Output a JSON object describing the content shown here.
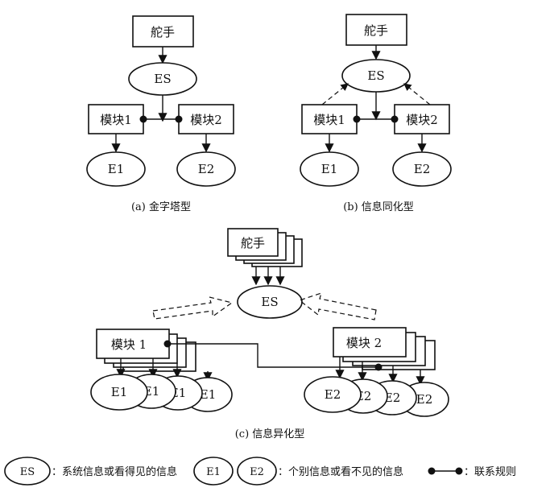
{
  "helmsman": "舵手",
  "es": "ES",
  "module1": "模块1",
  "module2": "模块2",
  "module1_c": "模块 1",
  "module2_c": "模块 2",
  "e1": "E1",
  "e2": "E2",
  "captions": {
    "a": "(a) 金字塔型",
    "b": "(b) 信息同化型",
    "c": "(c) 信息异化型"
  },
  "legend": {
    "es_label": "ES",
    "es_desc": "：系统信息或看得见的信息",
    "e1_label": "E1",
    "e2_label": "E2",
    "e_desc": "：个别信息或看不见的信息",
    "link_desc": "：联系规则"
  }
}
